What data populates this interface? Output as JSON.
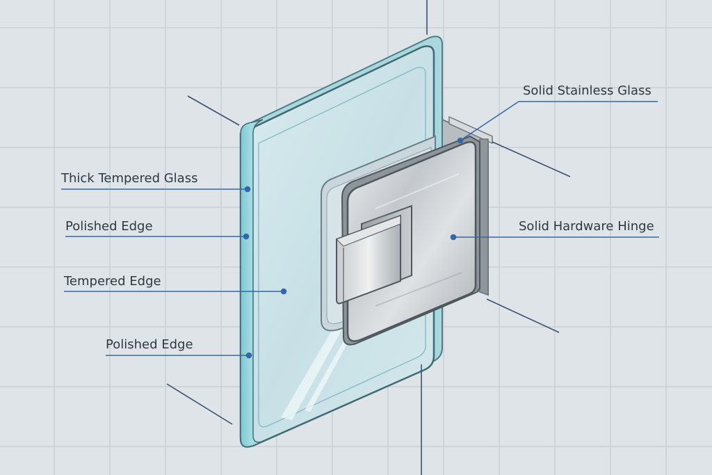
{
  "labels": {
    "thick_tempered_glass": "Thick Tempered Glass",
    "polished_edge_upper": "Polished Edge",
    "tempered_edge": "Tempered Edge",
    "polished_edge_lower": "Polished Edge",
    "solid_stainless_glass": "Solid Stainless Glass",
    "solid_hardware_hinge": "Solid Hardware Hinge"
  },
  "colors": {
    "background": "#dfe4e8",
    "grid": "#c4ccd3",
    "leader": "#3566a8",
    "glass_face": "#cfe4ea",
    "glass_edge": "#8fd1da",
    "steel": "#b9bec3"
  }
}
